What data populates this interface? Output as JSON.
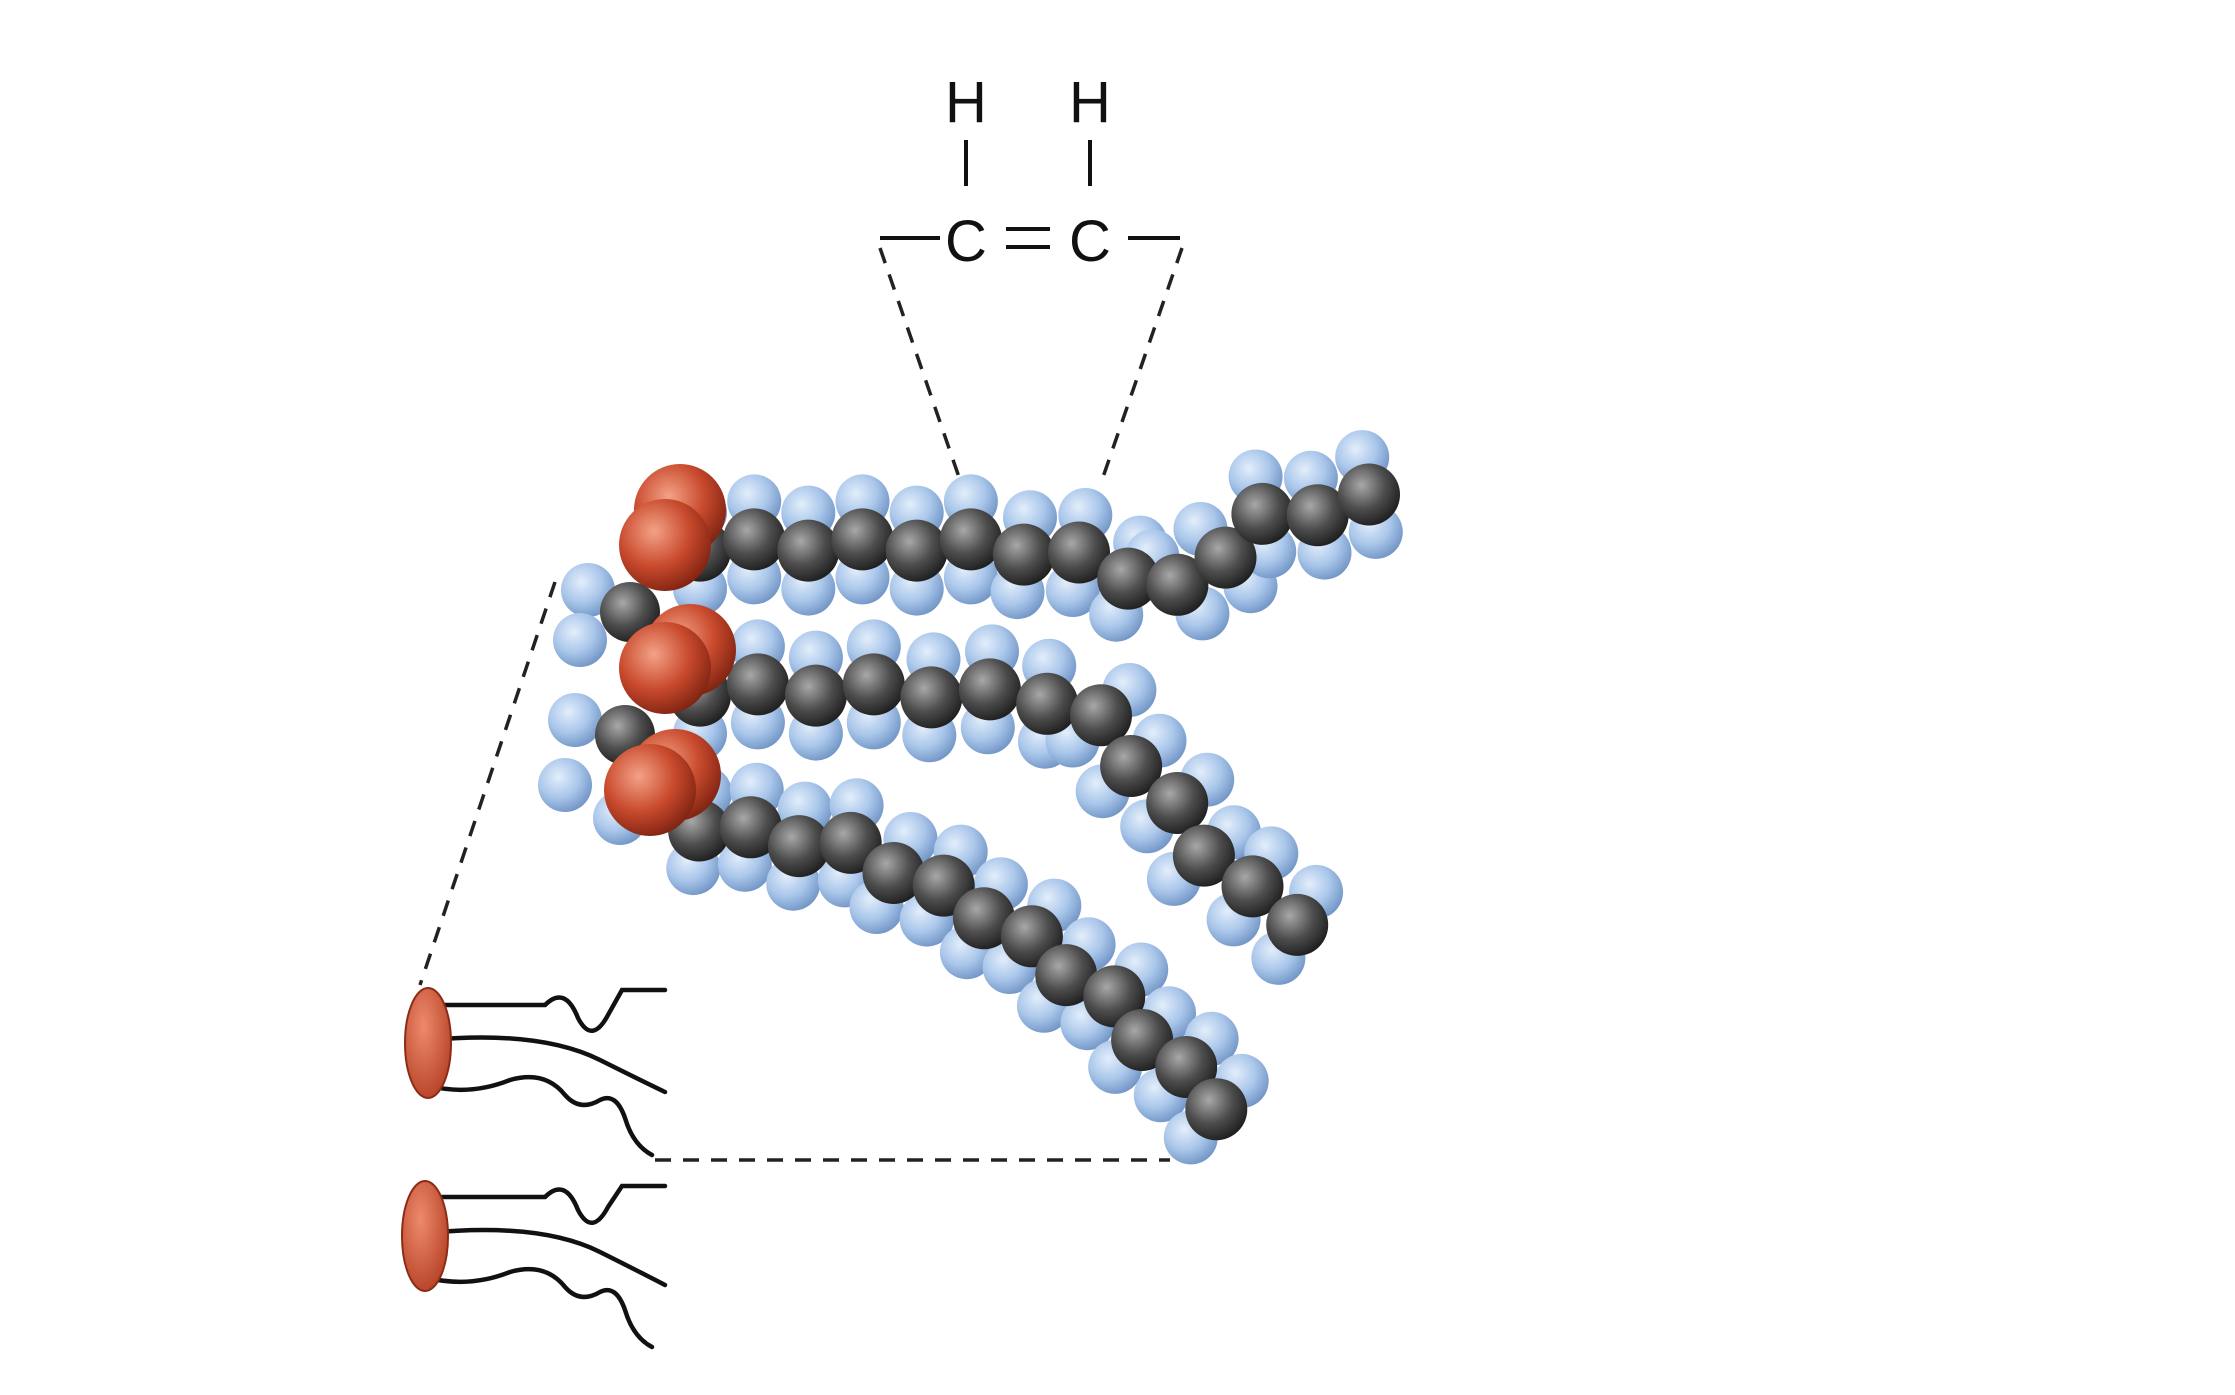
{
  "formula": {
    "h_left": "H",
    "h_right": "H",
    "c_left": "C",
    "c_right": "C"
  },
  "colors": {
    "background": "#ffffff",
    "hydrogen": "#a9c6ea",
    "carbon": "#4d4d4d",
    "oxygen": "#c94a2d",
    "bond_line": "#111111",
    "dashed_line": "#222222"
  },
  "icons": {
    "hydrogen": "hydrogen-atom-sphere",
    "carbon": "carbon-atom-sphere",
    "oxygen": "oxygen-atom-sphere",
    "lipid_symbol": "phospholipid-icon"
  }
}
